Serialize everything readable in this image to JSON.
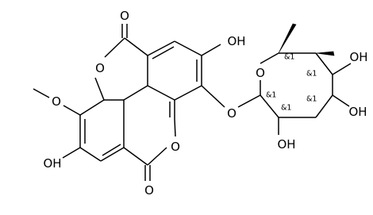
{
  "molecule": {
    "atom_labels": {
      "carbonyl_o_top": "O",
      "ring_o_upper": "O",
      "methoxy_o": "O",
      "oh_left": "OH",
      "ring_o_lower": "O",
      "carbonyl_o_bottom": "O",
      "oh_upper_right": "OH",
      "glycosidic_o": "O",
      "sugar_ring_o": "O",
      "sugar_oh_top": "OH",
      "sugar_oh_right": "OH",
      "sugar_oh_bottom": "OH"
    },
    "stereo_labels": {
      "c5": "&1",
      "c4": "&1",
      "c1": "&1",
      "c3": "&1",
      "c2": "&1"
    }
  }
}
